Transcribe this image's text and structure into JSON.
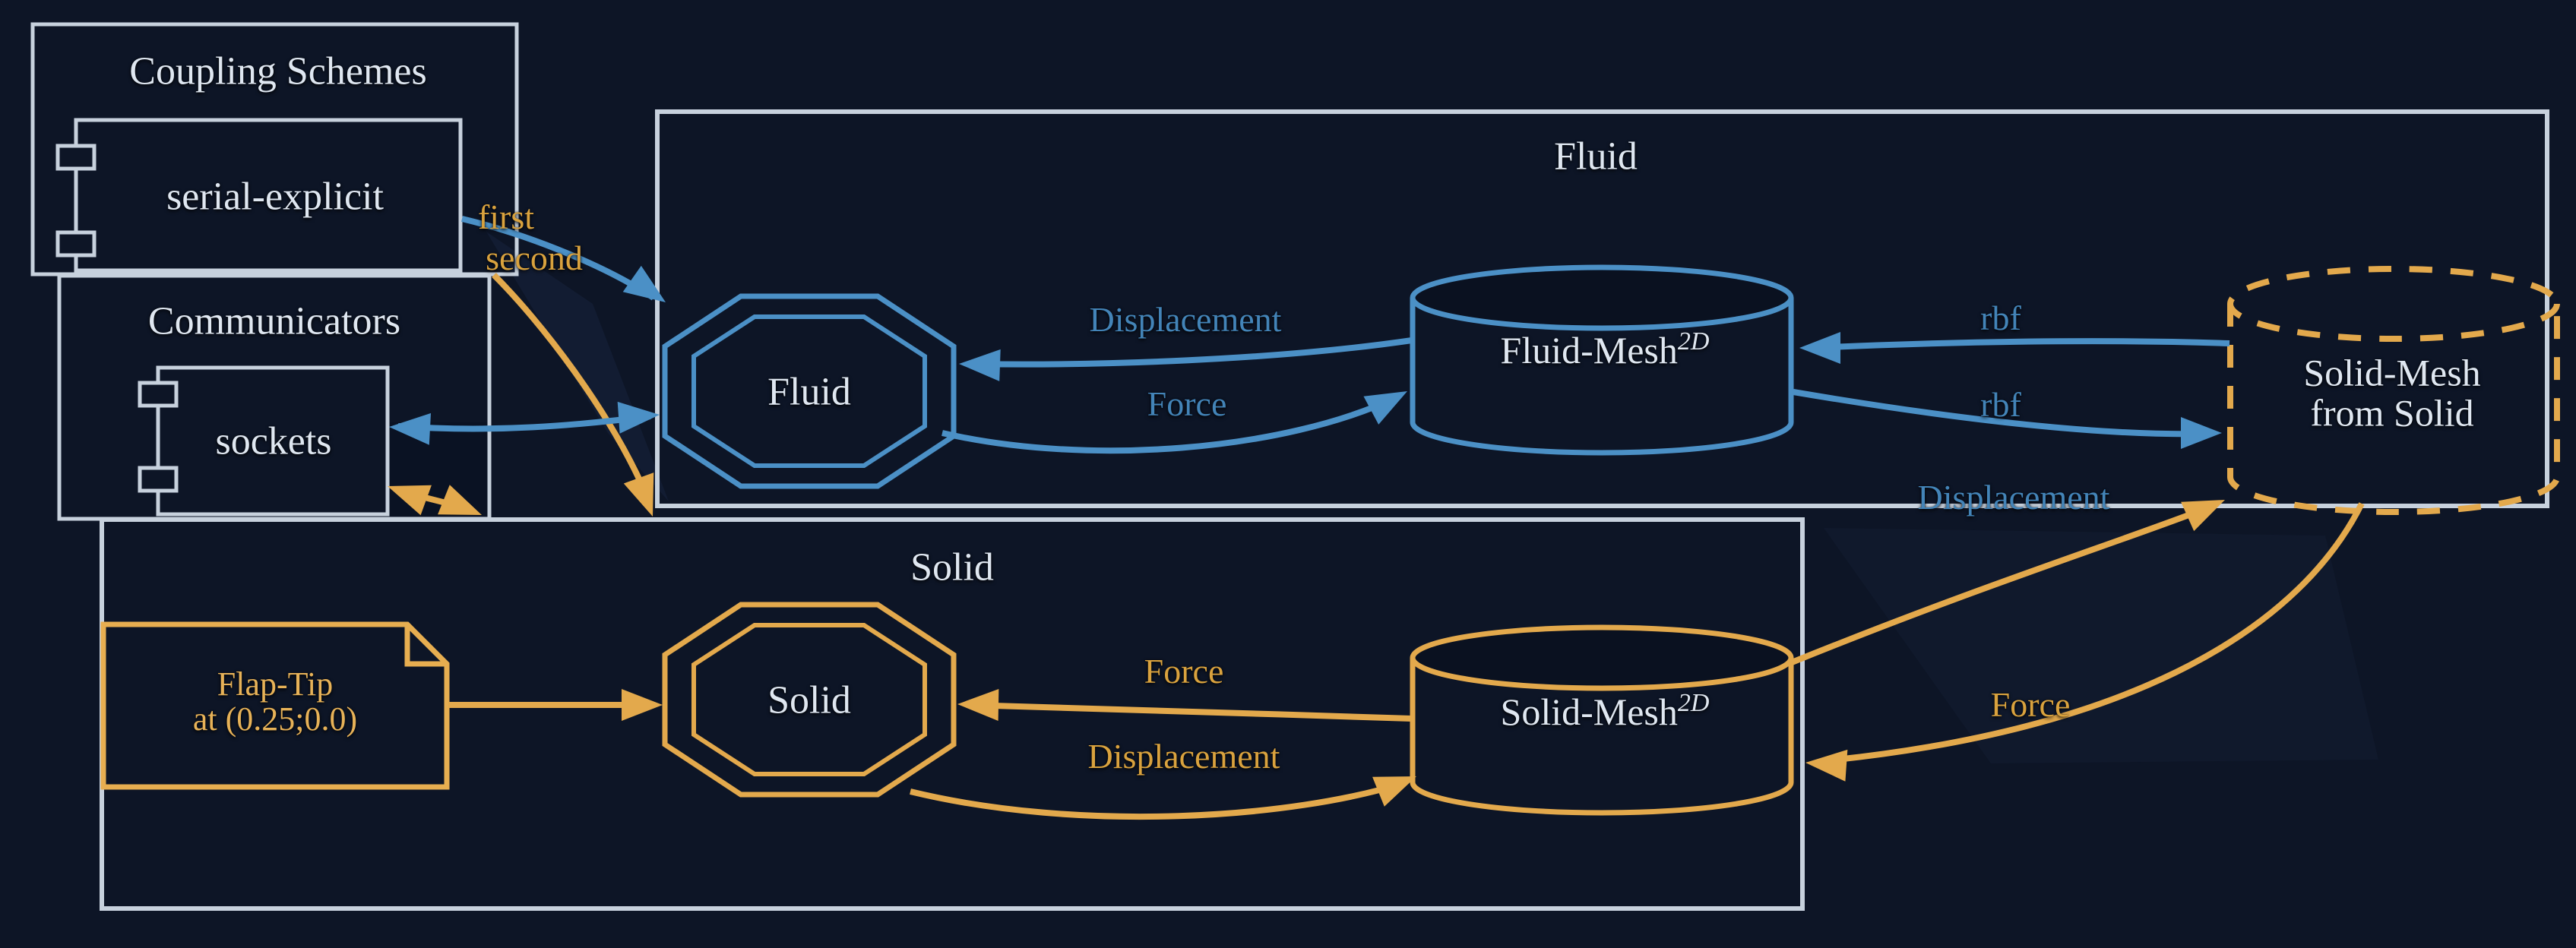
{
  "colors": {
    "background": "#0d1526",
    "box_border": "#c7d1dd",
    "blue_accent": "#4b90c6",
    "blue_label": "#4384b8",
    "orange_accent": "#e3a94c",
    "orange_label": "#d9a23e",
    "white_text": "#dfe7f1"
  },
  "coupling_schemes": {
    "title": "Coupling Schemes",
    "scheme_label": "serial-explicit",
    "first_label": "first",
    "second_label": "second"
  },
  "communicators": {
    "title": "Communicators",
    "comm_label": "sockets"
  },
  "fluid": {
    "box_title": "Fluid",
    "participant_label": "Fluid",
    "read_edge_label": "Displacement",
    "write_edge_label": "Force",
    "mesh_label": "Fluid-Mesh",
    "mesh_sup": "2D",
    "mapping_read_label": "rbf",
    "mapping_write_label": "rbf"
  },
  "received_mesh": {
    "line1": "Solid-Mesh",
    "line2": "from Solid"
  },
  "exchange": {
    "displacement_label": "Displacement",
    "force_label": "Force"
  },
  "solid": {
    "box_title": "Solid",
    "participant_label": "Solid",
    "read_edge_label": "Force",
    "write_edge_label": "Displacement",
    "mesh_label": "Solid-Mesh",
    "mesh_sup": "2D",
    "note_line1": "Flap-Tip",
    "note_line2": "at (0.25;0.0)"
  }
}
